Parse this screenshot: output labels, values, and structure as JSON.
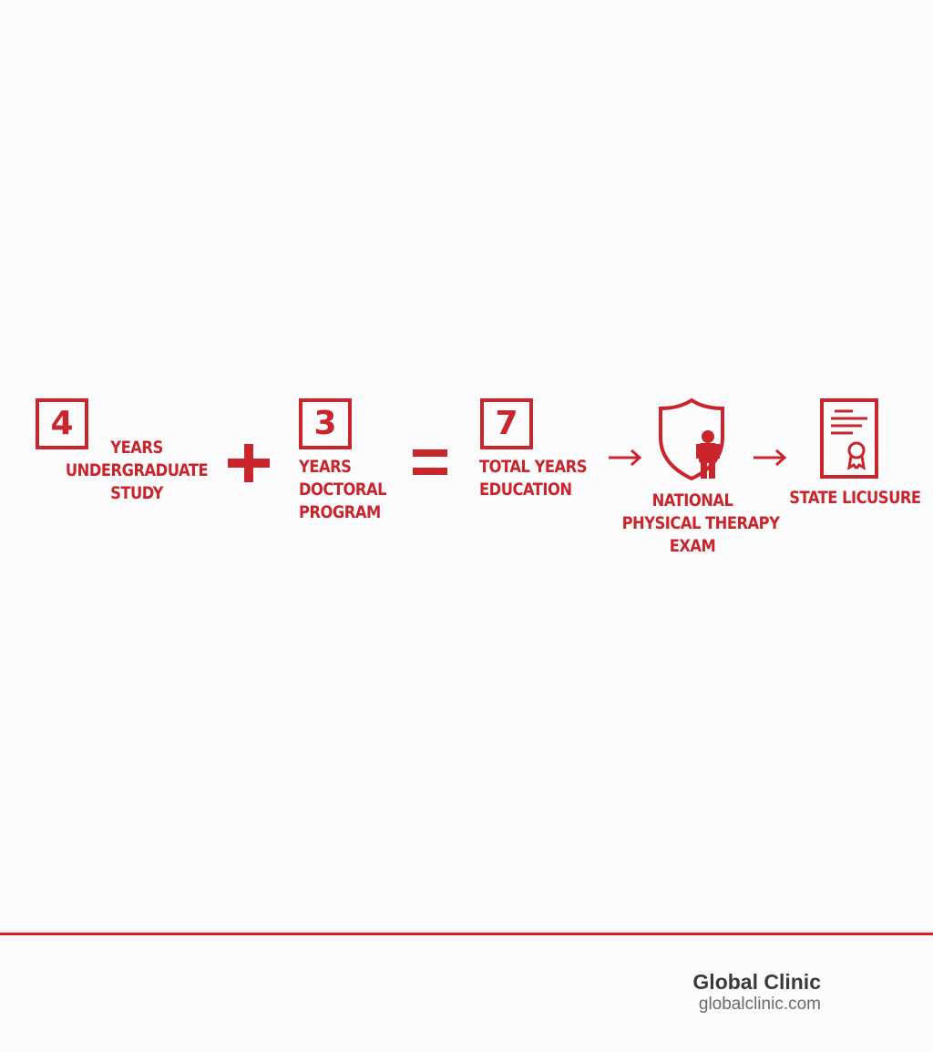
{
  "flow": {
    "step_undergrad": {
      "number": "4",
      "label_lines": [
        "YEARS",
        "UNDERGRADUATE",
        "STUDY"
      ]
    },
    "step_doctoral": {
      "number": "3",
      "label_lines": [
        "YEARS",
        "DOCTORAL",
        "PROGRAM"
      ]
    },
    "step_total": {
      "number": "7",
      "label_lines": [
        "TOTAL YEARS",
        "EDUCATION"
      ]
    },
    "step_exam": {
      "icon": "shield-person-icon",
      "label_lines": [
        "NATIONAL",
        "PHYSICAL THERAPY",
        "EXAM"
      ]
    },
    "step_license": {
      "icon": "certificate-icon",
      "label_lines": [
        "STATE LICUSURE"
      ]
    },
    "operators": {
      "plus": "plus-icon",
      "equals": "equals-icon",
      "arrow": "arrow-right-icon"
    }
  },
  "footer": {
    "brand_name": "Global Clinic",
    "brand_url": "globalclinic.com"
  },
  "colors": {
    "accent": "#c8262c",
    "footer_line": "#e21b22",
    "brand_text": "#3a3a3a",
    "url_text": "#6a6a6a",
    "background": "#fcfcfc"
  }
}
